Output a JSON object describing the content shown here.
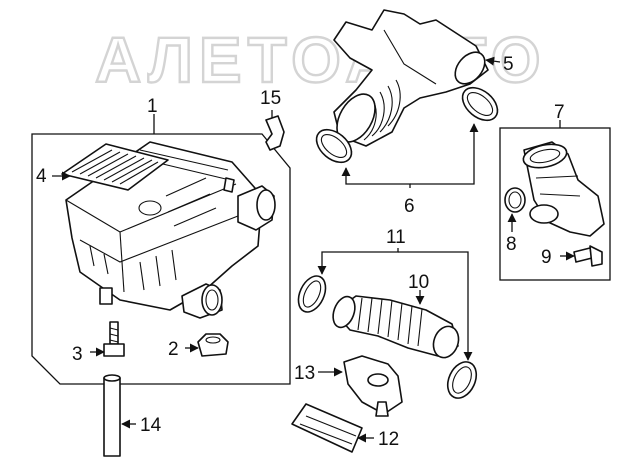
{
  "watermark": "АЛЕТОАВТО",
  "callouts": {
    "c1": "1",
    "c2": "2",
    "c3": "3",
    "c4": "4",
    "c5": "5",
    "c6": "6",
    "c7": "7",
    "c8": "8",
    "c9": "9",
    "c10": "10",
    "c11": "11",
    "c12": "12",
    "c13": "13",
    "c14": "14",
    "c15": "15"
  }
}
